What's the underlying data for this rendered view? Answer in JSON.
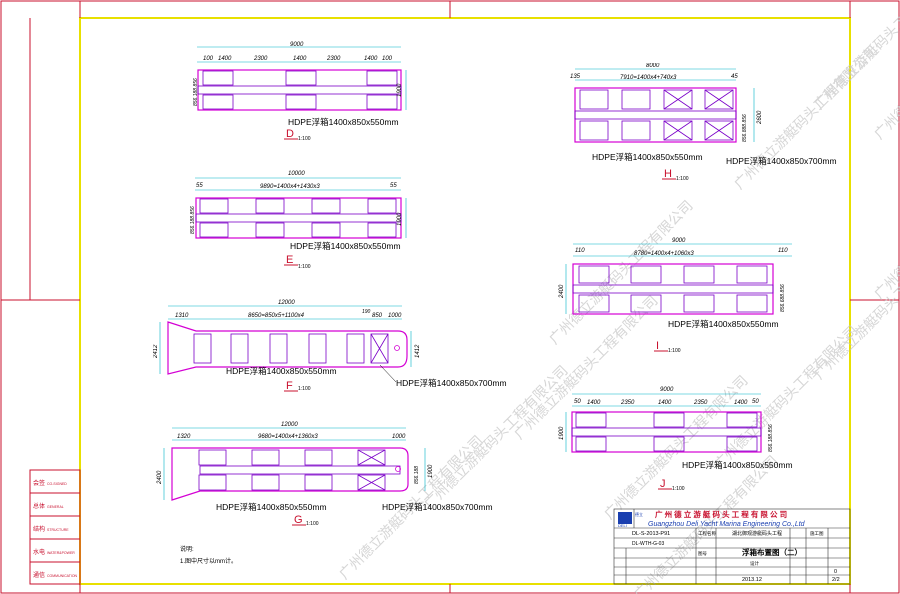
{
  "watermark": "广州德立游艇码头工程有限公司",
  "colors": {
    "frame": "#e8e000",
    "border_red": "#c8102e",
    "pontoon_outline": "#d400d4",
    "pontoon_inner": "#7a00c8",
    "dimension": "#00b4c8",
    "text": "#000000",
    "title_blue": "#1a3fb0",
    "title_red": "#c8102e",
    "watermark": "#b8b8b8"
  },
  "left_panel": {
    "rows": [
      {
        "label": "会签",
        "sub": "CO-SIGNED"
      },
      {
        "label": "总体",
        "sub": "GENERAL"
      },
      {
        "label": "结构",
        "sub": "STRUCTURE"
      },
      {
        "label": "水电",
        "sub": "WATER&POWER"
      },
      {
        "label": "通信",
        "sub": "COMMUNICATION"
      }
    ]
  },
  "views": {
    "D": {
      "letter": "D",
      "scale": "1:100",
      "overall": "9000",
      "segments": [
        "100",
        "1400",
        "2300",
        "1400",
        "2300",
        "1400",
        "100"
      ],
      "width_dim": "1900",
      "side_dims": "856.188.856",
      "label_550": "HDPE浮箱1400x850x550mm"
    },
    "E": {
      "letter": "E",
      "scale": "1:100",
      "overall": "10000",
      "formula": "9890=1400x4+1430x3",
      "left": "55",
      "right": "55",
      "width_dim": "1900",
      "side_dims": "856.188.856",
      "label_550": "HDPE浮箱1400x850x550mm"
    },
    "F": {
      "letter": "F",
      "scale": "1:100",
      "overall": "12000",
      "formula": "8650=850x5+1100x4",
      "left": "1310",
      "right_a": "190",
      "right_b": "850",
      "right_c": "1000",
      "width_left": "2412",
      "width_right": "1412",
      "label_550": "HDPE浮箱1400x850x550mm",
      "label_700": "HDPE浮箱1400x850x700mm"
    },
    "G": {
      "letter": "G",
      "scale": "1:100",
      "overall": "12000",
      "formula": "9680=1400x4+1360x3",
      "left": "1320",
      "right": "1000",
      "width_left": "2400",
      "width_right": "1900",
      "side_dims": "856.188",
      "label_550": "HDPE浮箱1400x850x550mm",
      "label_700": "HDPE浮箱1400x850x700mm"
    },
    "H": {
      "letter": "H",
      "scale": "1:100",
      "overall": "8000",
      "formula": "7910=1400x4+740x3",
      "left": "135",
      "right": "45",
      "width_dim": "2600",
      "side_dims": "856.888.856",
      "label_550": "HDPE浮箱1400x850x550mm",
      "label_700": "HDPE浮箱1400x850x700mm"
    },
    "I": {
      "letter": "I",
      "scale": "1:100",
      "overall": "9000",
      "formula": "8780=1400x4+1060x3",
      "left": "110",
      "right": "110",
      "width_dim": "2400",
      "side_dims": "856.688.856",
      "label_550": "HDPE浮箱1400x850x550mm"
    },
    "J": {
      "letter": "J",
      "scale": "1:100",
      "overall": "9000",
      "segments": [
        "50",
        "1400",
        "2350",
        "1400",
        "2350",
        "1400",
        "50"
      ],
      "width_dim": "1900",
      "side_dims": "856.188.856",
      "label_550": "HDPE浮箱1400x850x550mm"
    }
  },
  "notes": {
    "heading": "说明:",
    "line1": "1.图中尺寸以mm计。"
  },
  "title_block": {
    "company_cn": "广 州 德 立 游 艇 码 头 工 程 有 限 公 司",
    "company_en": "Guangzhou Deli Yacht Marina Engineering Co.,Ltd",
    "logo_text": "DELI",
    "logo_cn": "德立",
    "project_code_1": "DL-S-2013-P91",
    "project_code_2": "DL-WTH-G-03",
    "project_name": "湖北御观游艇码头工程",
    "drawing_title": "浮箱布置图（二）",
    "stage": "施工图",
    "designer_label": "设计",
    "date": "2013.12",
    "sheet_no": "2/2",
    "rev": "0",
    "field_a": "工程名称",
    "field_b": "图号"
  }
}
